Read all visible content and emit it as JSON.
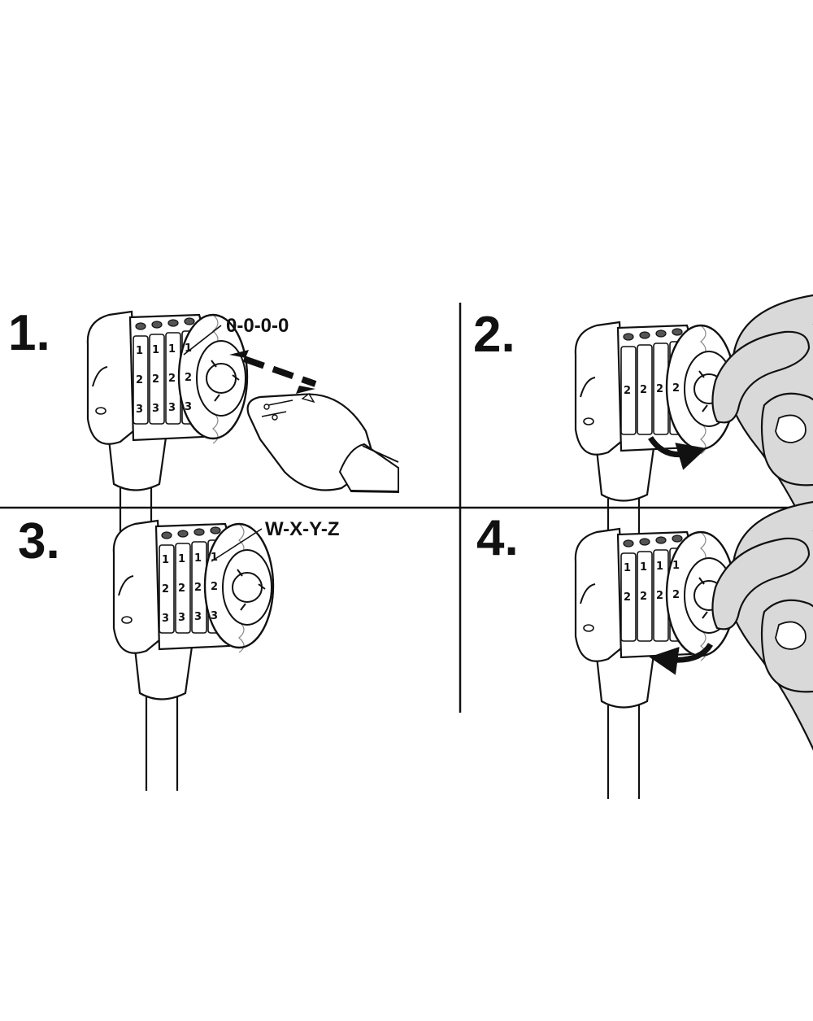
{
  "steps": [
    {
      "number": "1.",
      "callout": "0-0-0-0",
      "action": "connect"
    },
    {
      "number": "2.",
      "callout": "",
      "action": "rotate-clockwise"
    },
    {
      "number": "3.",
      "callout": "W-X-Y-Z",
      "action": "set-code"
    },
    {
      "number": "4.",
      "callout": "",
      "action": "rotate-counterclockwise"
    }
  ],
  "dial_digits": {
    "top": "1",
    "middle": "2",
    "bottom": "3"
  },
  "colors": {
    "ink": "#111111",
    "finger_fill": "#d9d9d9",
    "background": "#ffffff"
  }
}
